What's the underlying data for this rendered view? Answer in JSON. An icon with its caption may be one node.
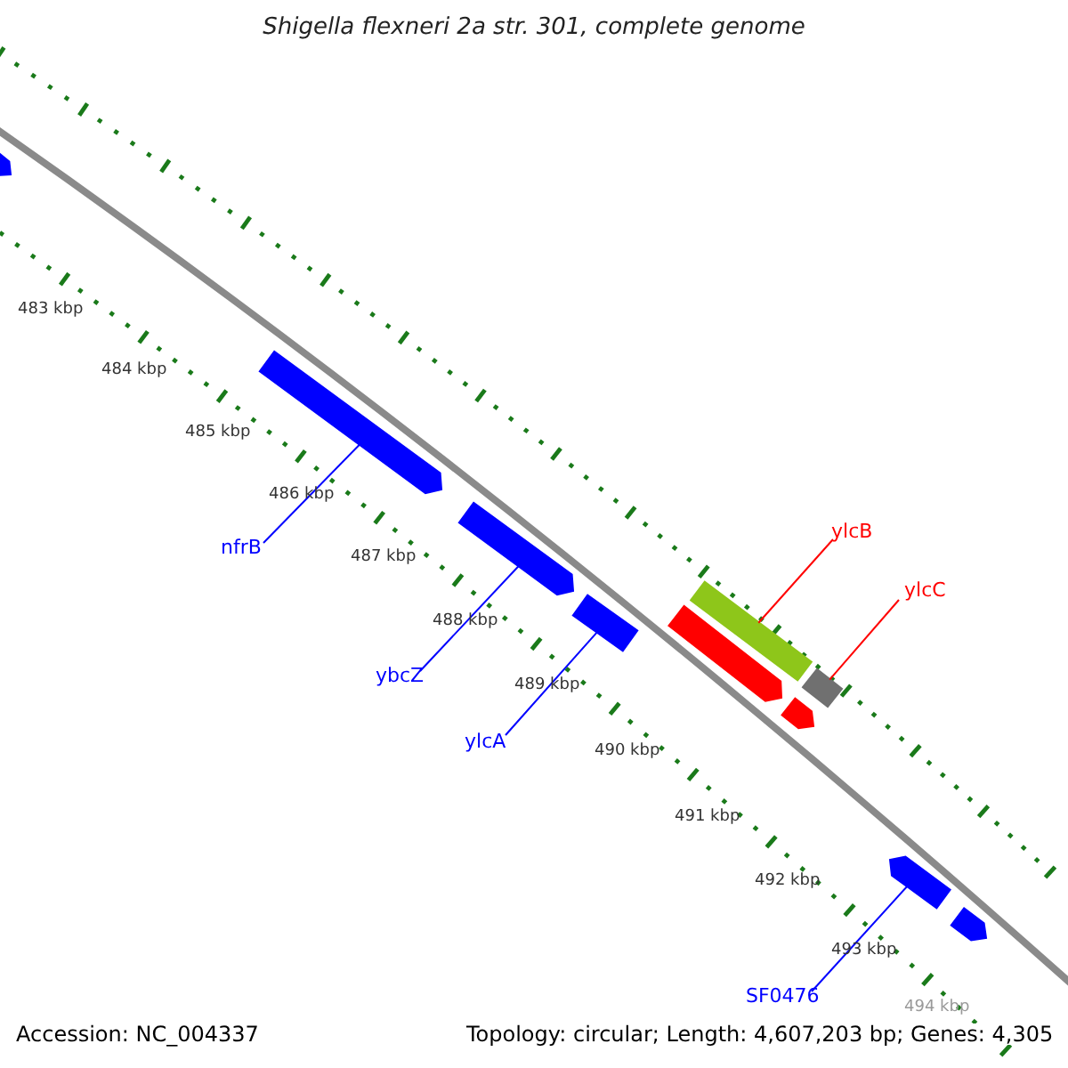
{
  "diagram": {
    "title": "Shigella flexneri 2a str. 301, complete genome",
    "nodes": [
      {
        "text": [
          "nfrB"
        ]
      },
      {
        "text": [
          "ybcZ"
        ]
      },
      {
        "text": [
          "ylcA"
        ]
      },
      {
        "text": [
          "ylcB"
        ]
      },
      {
        "text": [
          "ylcC"
        ]
      },
      {
        "text": [
          "SF0476"
        ]
      },
      {
        "text": [],
        "shape": "arrow"
      },
      {
        "text": [],
        "shape": "arrow"
      },
      {
        "text": [],
        "shape": "arrow"
      },
      {
        "text": [],
        "shape": "bar"
      },
      {
        "text": [],
        "shape": "bar"
      },
      {
        "text": [],
        "shape": "arrow"
      },
      {
        "text": [],
        "shape": "arrow"
      },
      {
        "text": [],
        "shape": "arrow"
      },
      {
        "text": [],
        "shape": "arrow"
      },
      {
        "text": [],
        "shape": "arrow"
      }
    ],
    "edges": [
      {
        "from": 0,
        "to": 7,
        "arrow": "none"
      },
      {
        "from": 1,
        "to": 8,
        "arrow": "none"
      },
      {
        "from": 2,
        "to": 9,
        "arrow": "none"
      },
      {
        "from": 3,
        "to": 10,
        "arrow": "none",
        "color": "#ff0000"
      },
      {
        "from": 4,
        "to": 11,
        "arrow": "none",
        "color": "#ff0000"
      },
      {
        "from": 5,
        "to": 14,
        "arrow": "none"
      }
    ],
    "labels": [
      "483 kbp",
      "484 kbp",
      "485 kbp",
      "486 kbp",
      "487 kbp",
      "488 kbp",
      "489 kbp",
      "490 kbp",
      "491 kbp",
      "492 kbp",
      "493 kbp",
      "494 kbp",
      "Accession: NC_004337",
      "Topology: circular; Length: 4,607,203 bp; Genes: 4,305"
    ]
  }
}
